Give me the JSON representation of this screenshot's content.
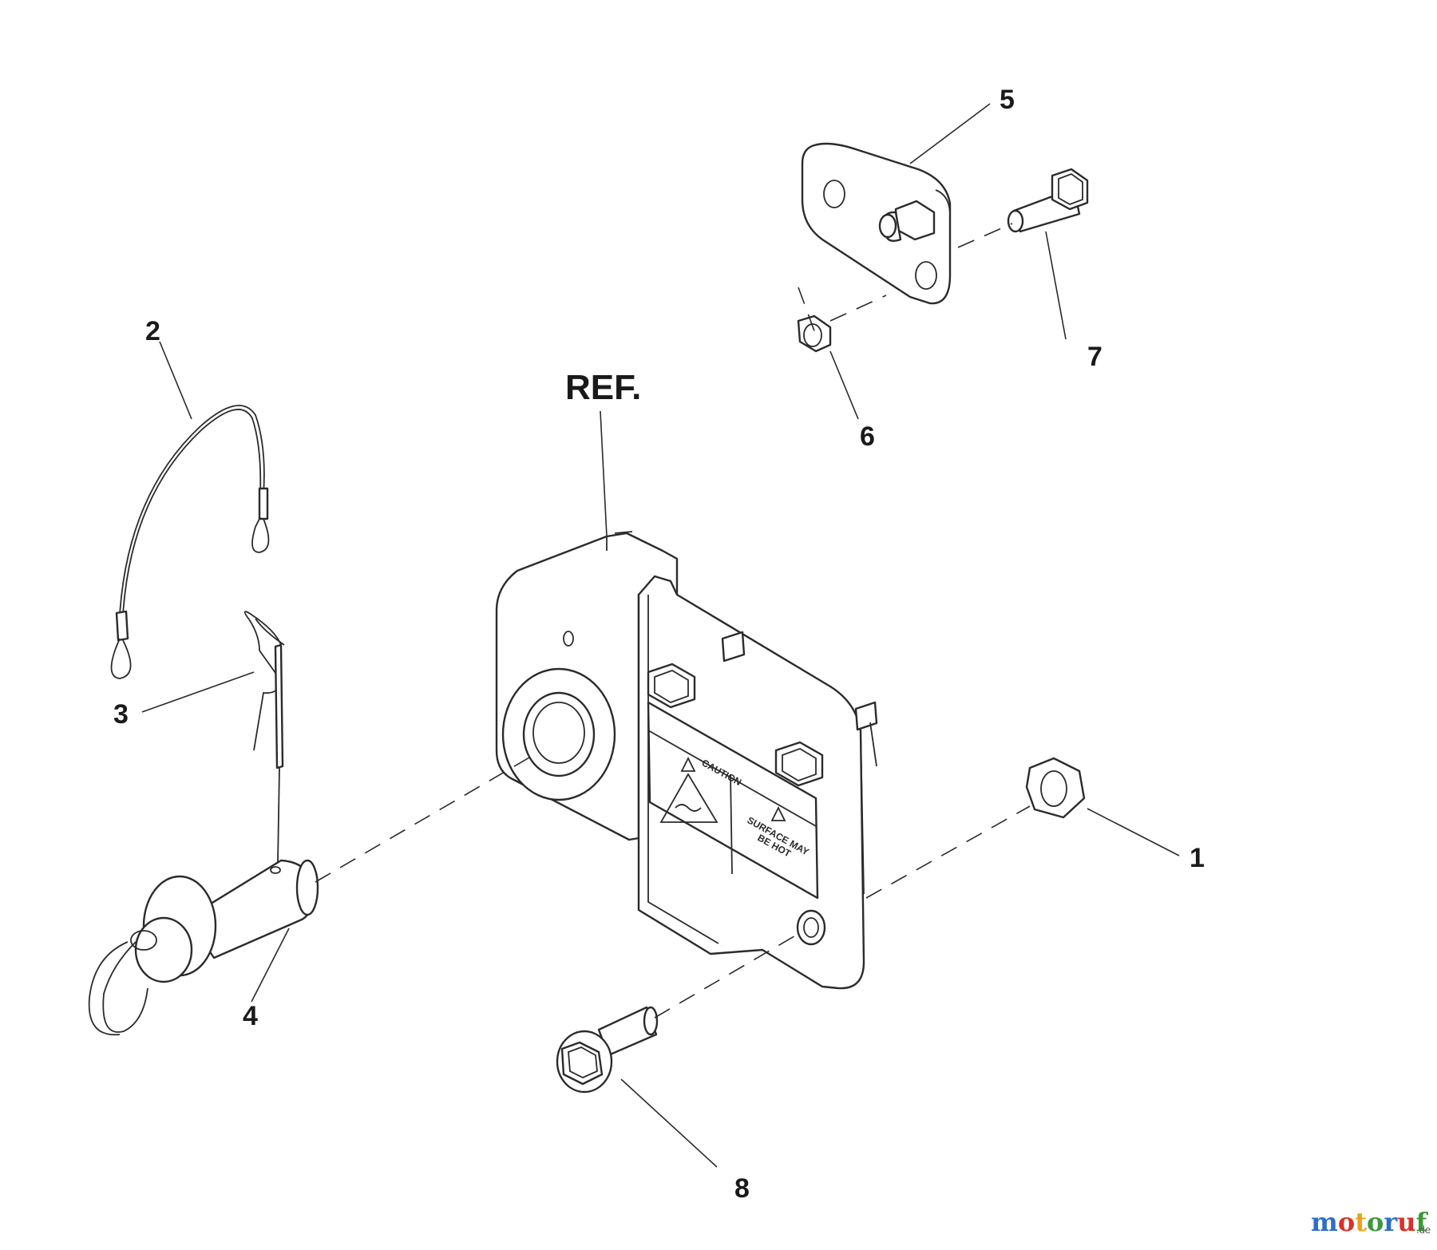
{
  "diagram": {
    "reference_label": "REF.",
    "callouts": [
      {
        "id": "1",
        "label": "1"
      },
      {
        "id": "2",
        "label": "2"
      },
      {
        "id": "3",
        "label": "3"
      },
      {
        "id": "4",
        "label": "4"
      },
      {
        "id": "5",
        "label": "5"
      },
      {
        "id": "6",
        "label": "6"
      },
      {
        "id": "7",
        "label": "7"
      },
      {
        "id": "8",
        "label": "8"
      }
    ],
    "decal": {
      "heading": "CAUTION",
      "text_line1": "SURFACE MAY",
      "text_line2": "BE HOT"
    }
  },
  "watermark": {
    "brand": "motoruf",
    "tld": ".de",
    "colors": [
      "#2e6fc4",
      "#d9312b",
      "#e8a21a",
      "#3a9a3a",
      "#2e6fc4",
      "#d9312b",
      "#3a9a3a"
    ]
  }
}
